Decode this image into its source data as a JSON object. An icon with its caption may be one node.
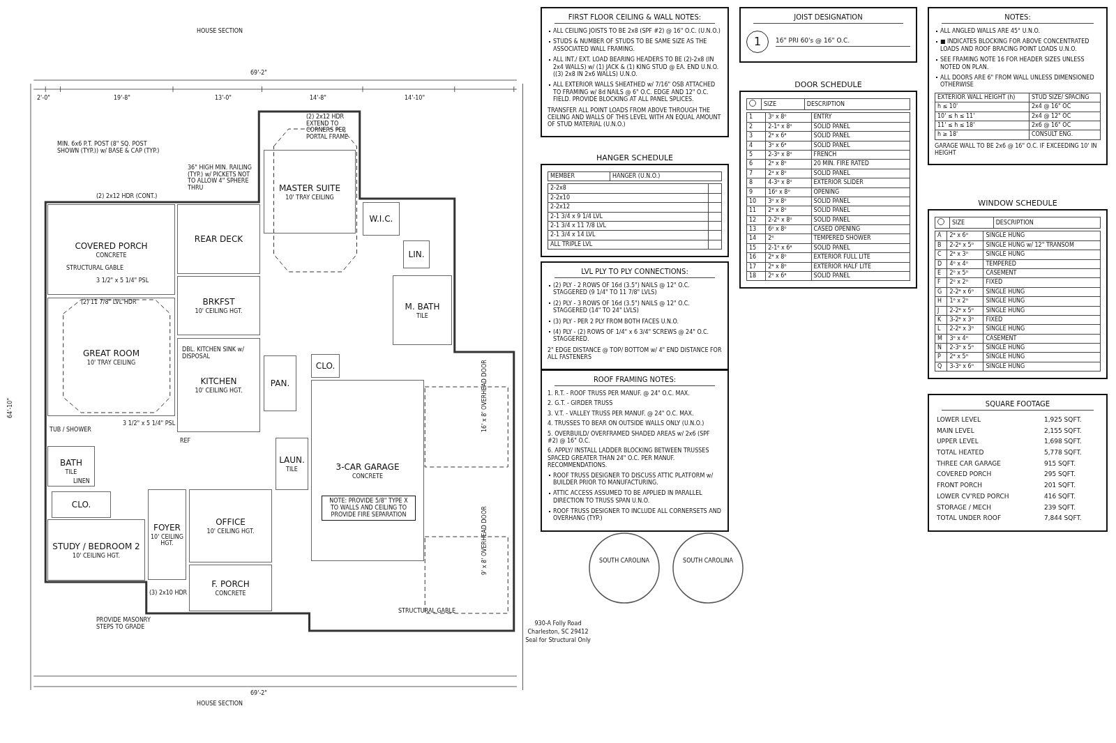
{
  "diagram": {
    "nodes": [
      {
        "text": [
          "COVERED PORCH",
          "CONCRETE"
        ]
      },
      {
        "text": [
          "REAR DECK"
        ]
      },
      {
        "text": [
          "MASTER SUITE",
          "10' TRAY CEILING"
        ]
      },
      {
        "text": [
          "W.I.C."
        ]
      },
      {
        "text": [
          "LIN."
        ]
      },
      {
        "text": [
          "M. BATH",
          "TILE"
        ]
      },
      {
        "text": [
          "BRKFST",
          "10' CEILING HGT."
        ]
      },
      {
        "text": [
          "GREAT ROOM",
          "10' TRAY CEILING"
        ]
      },
      {
        "text": [
          "KITCHEN",
          "10' CEILING HGT."
        ]
      },
      {
        "text": [
          "PAN."
        ]
      },
      {
        "text": [
          "CLO."
        ]
      },
      {
        "text": [
          "LAUN.",
          "TILE"
        ]
      },
      {
        "text": [
          "BATH",
          "TILE"
        ]
      },
      {
        "text": [
          "CLO."
        ]
      },
      {
        "text": [
          "STUDY / BEDROOM 2",
          "10' CEILING HGT."
        ]
      },
      {
        "text": [
          "FOYER",
          "10' CEILING HGT."
        ]
      },
      {
        "text": [
          "OFFICE",
          "10' CEILING HGT."
        ]
      },
      {
        "text": [
          "F. PORCH",
          "CONCRETE"
        ]
      },
      {
        "text": [
          "3-CAR GARAGE",
          "CONCRETE"
        ]
      },
      {
        "text": [
          "NOTE: PROVIDE 5/8\" TYPE X TO WALLS AND CEILING TO PROVIDE FIRE SEPARATION"
        ],
        "in": 18
      },
      {
        "text": [
          "FIRST FLOOR CEILING & WALL NOTES:",
          "ALL CEILING JOISTS TO BE 2x8 (SPF #2) @ 16\" O.C. (U.N.O.)",
          "STUDS & NUMBER OF STUDS TO BE SAME SIZE AS THE ASSOCIATED WALL FRAMING.",
          "ALL INT./ EXT. LOAD BEARING HEADERS TO BE (2)-2x8 (IN 2x4 WALLS) w/ (1) JACK & (1) KING STUD @ EA. END U.N.O. ((3) 2x8 IN 2x6 WALLS) U.N.O.",
          "ALL EXTERIOR WALLS SHEATHED w/ 7/16\" OSB ATTACHED TO FRAMING w/ 8d NAILS @ 6\" O.C. EDGE AND 12\" O.C. FIELD. PROVIDE BLOCKING AT ALL PANEL SPLICES.",
          "TRANSFER ALL POINT LOADS FROM ABOVE THROUGH THE CEILING AND WALLS OF THIS LEVEL WITH AN EQUAL AMOUNT OF STUD MATERIAL (U.N.O.)"
        ]
      },
      {
        "text": [
          "NOTES:",
          "ALL ANGLED WALLS ARE 45° U.N.O.",
          "■ INDICATES BLOCKING FOR ABOVE CONCENTRATED LOADS AND ROOF BRACING POINT LOADS U.N.O.",
          "SEE FRAMING NOTE 16 FOR HEADER SIZES UNLESS NOTED ON PLAN.",
          "ALL DOORS ARE 6\" FROM WALL UNLESS DIMENSIONED OTHERWISE",
          "EXTERIOR WALL HEIGHT (h)",
          "STUD SIZE/ SPACING",
          "h ≤ 10'",
          "2x4 @ 16\" OC",
          "10' ≤ h ≤ 11'",
          "2x4 @ 12\" OC",
          "11' ≤ h ≤ 18'",
          "2x6 @ 16\" OC",
          "h ≥ 18'",
          "CONSULT ENG.",
          "GARAGE WALL TO BE 2x6 @ 16\" O.C. IF EXCEEDING 10' IN HEIGHT"
        ]
      },
      {
        "text": [
          "HANGER SCHEDULE",
          "MEMBER",
          "HANGER (U.N.O.)",
          "2-2x8",
          "2-2x10",
          "2-2x12",
          "2-1 3/4 x 9 1/4 LVL",
          "2-1 3/4 x 11 7/8 LVL",
          "2-1 3/4 x 14 LVL",
          "ALL TRIPLE LVL"
        ]
      },
      {
        "text": [
          "JOIST DESIGNATION",
          "1",
          "16\" PRI 60's @ 16\" O.C."
        ]
      },
      {
        "text": [
          "LVL PLY TO PLY CONNECTIONS:",
          "(2) PLY - 2 ROWS OF 16d (3.5\") NAILS @ 12\" O.C. STAGGERED (9 1/4\" TO 11 7/8\" LVLS)",
          "(2) PLY - 3 ROWS OF 16d (3.5\") NAILS @ 12\" O.C. STAGGERED (14\" TO 24\" LVLS)",
          "(3) PLY - PER 2 PLY FROM BOTH FACES U.N.O.",
          "(4) PLY - (2) ROWS OF 1/4\" x 6 3/4\" SCREWS @ 24\" O.C. STAGGERED.",
          "2\" EDGE DISTANCE @ TOP/ BOTTOM w/ 4\" END DISTANCE FOR ALL FASTENERS"
        ]
      },
      {
        "text": [
          "ROOF FRAMING NOTES:",
          "1. R.T. - ROOF TRUSS PER MANUF. @ 24\" O.C. MAX.",
          "2. G.T. - GIRDER TRUSS",
          "3. V.T. - VALLEY TRUSS PER MANUF. @ 24\" O.C. MAX.",
          "4. TRUSSES TO BEAR ON OUTSIDE WALLS ONLY (U.N.O.)",
          "5. OVERBUILD/ OVERFRAMED SHADED AREAS w/ 2x6 (SPF #2) @ 16\" O.C.",
          "6. APPLY/ INSTALL LADDER BLOCKING BETWEEN TRUSSES SPACED GREATER THAN 24\" O.C. PER MANUF. RECOMMENDATIONS.",
          "ROOF TRUSS DESIGNER TO DISCUSS ATTIC PLATFORM w/ BUILDER PRIOR TO MANUFACTURING.",
          "ATTIC ACCESS ASSUMED TO BE APPLIED IN PARALLEL DIRECTION TO TRUSS SPAN U.N.O.",
          "ROOF TRUSS DESIGNER TO INCLUDE ALL CORNERSETS AND OVERHANG (TYP.)"
        ]
      },
      {
        "text": [
          "DOOR SCHEDULE",
          "SIZE",
          "DESCRIPTION",
          "1",
          "3⁰ x 8⁰",
          "ENTRY",
          "2",
          "2-1⁶ x 8⁰",
          "SOLID PANEL",
          "3",
          "2⁸ x 6⁸",
          "SOLID PANEL",
          "4",
          "3⁰ x 6⁸",
          "SOLID PANEL",
          "5",
          "2-3⁰ x 8⁰",
          "FRENCH",
          "6",
          "2⁸ x 8⁰",
          "20 MIN. FIRE RATED",
          "7",
          "2⁴ x 8⁰",
          "SOLID PANEL",
          "8",
          "4-3⁰ x 8⁰",
          "EXTERIOR SLIDER",
          "9",
          "16⁰ x 8⁰",
          "OPENING",
          "10",
          "3⁰ x 8⁰",
          "SOLID PANEL",
          "11",
          "2⁸ x 8⁰",
          "SOLID PANEL",
          "12",
          "2-2⁶ x 8⁰",
          "SOLID PANEL",
          "13",
          "6⁰ x 8⁰",
          "CASED OPENING",
          "14",
          "2⁶",
          "TEMPERED SHOWER",
          "15",
          "2-1⁶ x 6⁸",
          "SOLID PANEL",
          "16",
          "2⁸ x 8⁰",
          "EXTERIOR FULL LITE",
          "17",
          "2⁸ x 8⁰",
          "EXTERIOR HALF LITE",
          "18",
          "2⁶ x 6⁸",
          "SOLID PANEL"
        ]
      },
      {
        "text": [
          "WINDOW SCHEDULE",
          "SIZE",
          "DESCRIPTION",
          "A",
          "2⁸ x 6⁰",
          "SINGLE HUNG",
          "B",
          "2-2⁸ x 5⁰",
          "SINGLE HUNG w/ 12\" TRANSOM",
          "C",
          "2⁸ x 3⁰",
          "SINGLE HUNG",
          "D",
          "4⁰ x 4⁰",
          "TEMPERED",
          "E",
          "2⁰ x 5⁰",
          "CASEMENT",
          "F",
          "2⁰ x 2⁰",
          "FIXED",
          "G",
          "2-2⁸ x 6⁰",
          "SINGLE HUNG",
          "H",
          "1⁶ x 2⁰",
          "SINGLE HUNG",
          "J",
          "2-2⁸ x 5⁰",
          "SINGLE HUNG",
          "K",
          "3-2⁸ x 3⁰",
          "FIXED",
          "L",
          "2-2⁸ x 3⁰",
          "SINGLE HUNG",
          "M",
          "3⁰ x 4⁰",
          "CASEMENT",
          "N",
          "2-3⁰ x 5⁰",
          "SINGLE HUNG",
          "P",
          "2⁸ x 5⁰",
          "SINGLE HUNG",
          "Q",
          "3-3⁰ x 6⁰",
          "SINGLE HUNG"
        ]
      },
      {
        "text": [
          "SQUARE FOOTAGE",
          "LOWER LEVEL",
          "1,925 SQFT.",
          "MAIN LEVEL",
          "2,155 SQFT.",
          "UPPER LEVEL",
          "1,698 SQFT.",
          "TOTAL HEATED",
          "5,778 SQFT.",
          "THREE CAR GARAGE",
          "915 SQFT.",
          "COVERED PORCH",
          "295 SQFT.",
          "FRONT PORCH",
          "201 SQFT.",
          "LOWER CV'RED PORCH",
          "416 SQFT.",
          "STORAGE / MECH",
          "239 SQFT.",
          "TOTAL UNDER ROOF",
          "7,844 SQFT."
        ]
      }
    ],
    "labels": [
      "69'-2\"",
      "2'-0\"",
      "19'-8\"",
      "13'-0\"",
      "14'-8\"",
      "14'-10\"",
      "64'-10\"",
      "MIN. 6x6 P.T. POST (8\" SQ. POST SHOWN (TYP.)) w/ BASE & CAP (TYP.)",
      "36\" HIGH MIN. RAILING (TYP.) w/ PICKETS NOT TO ALLOW 4\" SPHERE THRU",
      "(2) 2x12 HDR (CONT.)",
      "(2) 2x12 HDR EXTEND TO CORNERS PER PORTAL FRAME",
      "STRUCTURAL GABLE",
      "(2) 11 7/8\" LVL HDR",
      "3 1/2\" x 5 1/4\" PSL",
      "DBL. KITCHEN SINK w/ DISPOSAL",
      "REF",
      "TUB / SHOWER",
      "LINEN",
      "3 1/2\" x 5 1/4\" PSL",
      "STRUCTURAL GABLE",
      "(3) 2x10 HDR",
      "PROVIDE MASONRY STEPS TO GRADE",
      "69'-2\"",
      "HOUSE SECTION",
      "HOUSE SECTION",
      "16' x 8' OVERHEAD DOOR",
      "9' x 8' OVERHEAD DOOR",
      "SOUTH CAROLINA",
      "SOUTH CAROLINA",
      "930-A Folly Road",
      "Charleston, SC 29412",
      "Seal for Structural Only"
    ]
  }
}
